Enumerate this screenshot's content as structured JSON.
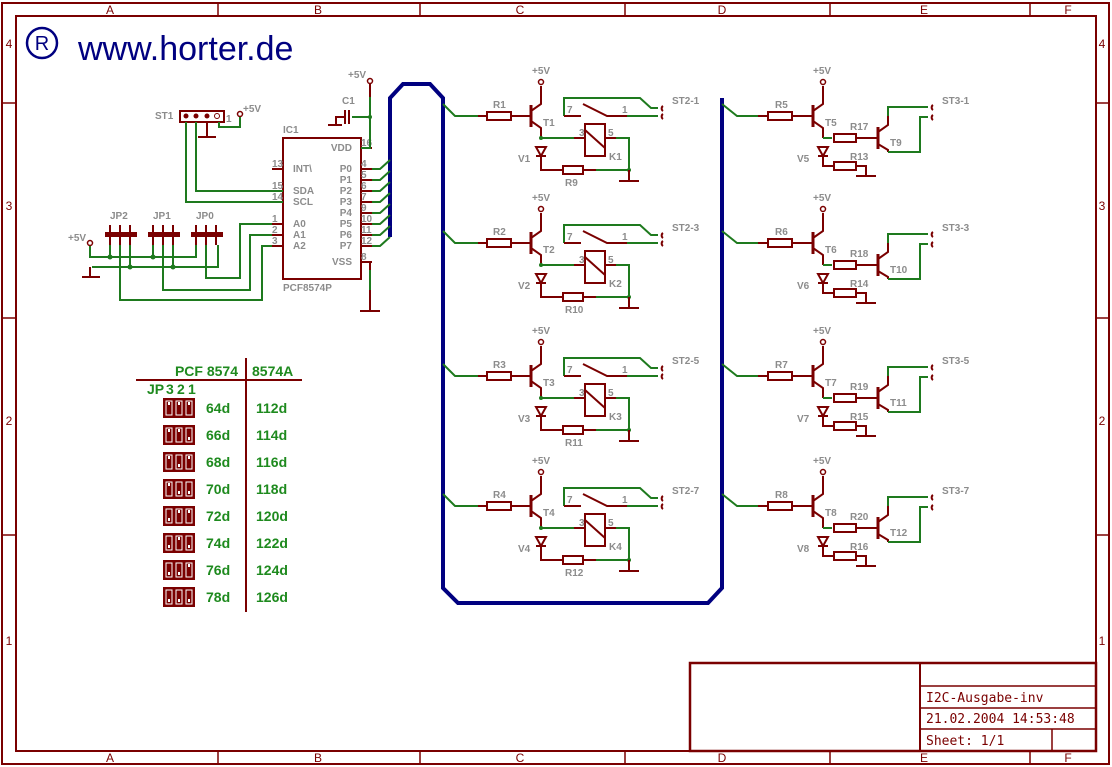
{
  "title": {
    "logo_symbol": "®",
    "website": "www.horter.de"
  },
  "frame": {
    "columns": [
      "A",
      "B",
      "C",
      "D",
      "E",
      "F"
    ],
    "rows": [
      "4",
      "3",
      "2",
      "1"
    ]
  },
  "title_block": {
    "name": "I2C-Ausgabe-inv",
    "datetime": "21.02.2004 14:53:48",
    "sheet": "Sheet: 1/1"
  },
  "ic": {
    "ref": "IC1",
    "part": "PCF8574P",
    "left_pins": [
      {
        "num": "13",
        "name": "INT\\"
      },
      {
        "num": "15",
        "name": "SDA"
      },
      {
        "num": "14",
        "name": "SCL"
      },
      {
        "num": "1",
        "name": "A0"
      },
      {
        "num": "2",
        "name": "A1"
      },
      {
        "num": "3",
        "name": "A2"
      }
    ],
    "right_pins": [
      {
        "num": "16",
        "name": "VDD"
      },
      {
        "num": "4",
        "name": "P0"
      },
      {
        "num": "5",
        "name": "P1"
      },
      {
        "num": "6",
        "name": "P2"
      },
      {
        "num": "7",
        "name": "P3"
      },
      {
        "num": "9",
        "name": "P4"
      },
      {
        "num": "10",
        "name": "P5"
      },
      {
        "num": "11",
        "name": "P6"
      },
      {
        "num": "12",
        "name": "P7"
      },
      {
        "num": "8",
        "name": "VSS"
      }
    ]
  },
  "connector_st1": {
    "ref": "ST1",
    "pin1": "1",
    "supply": "+5V"
  },
  "capacitor": {
    "ref": "C1",
    "supply": "+5V"
  },
  "jumpers": {
    "labels": [
      "JP2",
      "JP1",
      "JP0"
    ],
    "pin_numbers": [
      "1",
      "2",
      "3"
    ],
    "supply": "+5V"
  },
  "address_table": {
    "headers": [
      "PCF 8574",
      "8574A"
    ],
    "jp_header": "JP",
    "jp_cols": [
      "3",
      "2",
      "1"
    ],
    "rows": [
      {
        "pcf8574": "64d",
        "pcf8574a": "112d"
      },
      {
        "pcf8574": "66d",
        "pcf8574a": "114d"
      },
      {
        "pcf8574": "68d",
        "pcf8574a": "116d"
      },
      {
        "pcf8574": "70d",
        "pcf8574a": "118d"
      },
      {
        "pcf8574": "72d",
        "pcf8574a": "120d"
      },
      {
        "pcf8574": "74d",
        "pcf8574a": "122d"
      },
      {
        "pcf8574": "76d",
        "pcf8574a": "124d"
      },
      {
        "pcf8574": "78d",
        "pcf8574a": "126d"
      }
    ]
  },
  "relay_channels": [
    {
      "r_in": "R1",
      "t": "T1",
      "v": "V1",
      "r_led": "R9",
      "k": "K1",
      "out": "ST2-1",
      "supply": "+5V",
      "k_pins": [
        "7",
        "1",
        "3",
        "5"
      ]
    },
    {
      "r_in": "R2",
      "t": "T2",
      "v": "V2",
      "r_led": "R10",
      "k": "K2",
      "out": "ST2-3",
      "supply": "+5V",
      "k_pins": [
        "7",
        "1",
        "3",
        "5"
      ]
    },
    {
      "r_in": "R3",
      "t": "T3",
      "v": "V3",
      "r_led": "R11",
      "k": "K3",
      "out": "ST2-5",
      "supply": "+5V",
      "k_pins": [
        "7",
        "1",
        "3",
        "5"
      ]
    },
    {
      "r_in": "R4",
      "t": "T4",
      "v": "V4",
      "r_led": "R12",
      "k": "K4",
      "out": "ST2-7",
      "supply": "+5V",
      "k_pins": [
        "7",
        "1",
        "3",
        "5"
      ]
    }
  ],
  "transistor_channels": [
    {
      "r_in": "R5",
      "t": "T5",
      "v": "V5",
      "r_base": "R17",
      "r_led": "R13",
      "t_out": "T9",
      "out": "ST3-1",
      "supply": "+5V"
    },
    {
      "r_in": "R6",
      "t": "T6",
      "v": "V6",
      "r_base": "R18",
      "r_led": "R14",
      "t_out": "T10",
      "out": "ST3-3",
      "supply": "+5V"
    },
    {
      "r_in": "R7",
      "t": "T7",
      "v": "V7",
      "r_base": "R19",
      "r_led": "R15",
      "t_out": "T11",
      "out": "ST3-5",
      "supply": "+5V"
    },
    {
      "r_in": "R8",
      "t": "T8",
      "v": "V8",
      "r_base": "R20",
      "r_led": "R16",
      "t_out": "T12",
      "out": "ST3-7",
      "supply": "+5V"
    }
  ]
}
